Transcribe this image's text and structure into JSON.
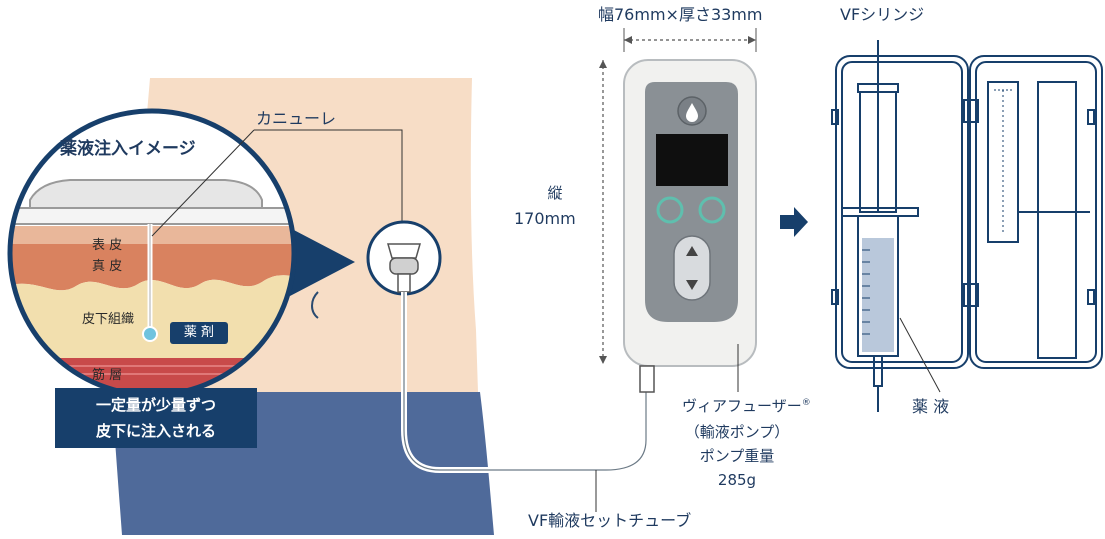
{
  "labels": {
    "injection_image_title": "薬液注入イメージ",
    "cannula": "カニューレ",
    "epidermis": "表 皮",
    "dermis": "真 皮",
    "subcutaneous": "皮下組織",
    "drug_tag": "薬 剤",
    "muscle": "筋 層",
    "callout_line1": "一定量が少量ずつ",
    "callout_line2": "皮下に注入される",
    "width_thickness": "幅76mm×厚さ33mm",
    "height_label": "縦",
    "height_value": "170mm",
    "pump_name": "ヴィアフューザー",
    "registered_mark": "®",
    "pump_type": "（輸液ポンプ）",
    "pump_weight_label": "ポンプ重量",
    "pump_weight_value": "285g",
    "tube": "VF輸液セットチューブ",
    "syringe": "VFシリンジ",
    "drug_solution": "薬 液"
  },
  "colors": {
    "navy": "#173f6b",
    "skin": "#f7ddc6",
    "pants": "#4f6a9a",
    "epidermis": "#e9b79a",
    "dermis": "#d9825f",
    "subcutaneous": "#f2dfae",
    "muscle": "#c84a4a",
    "device_body": "#f1f1ef",
    "device_panel": "#8a9095",
    "screen": "#0f0f0f",
    "button_ring": "#5fbfae"
  }
}
